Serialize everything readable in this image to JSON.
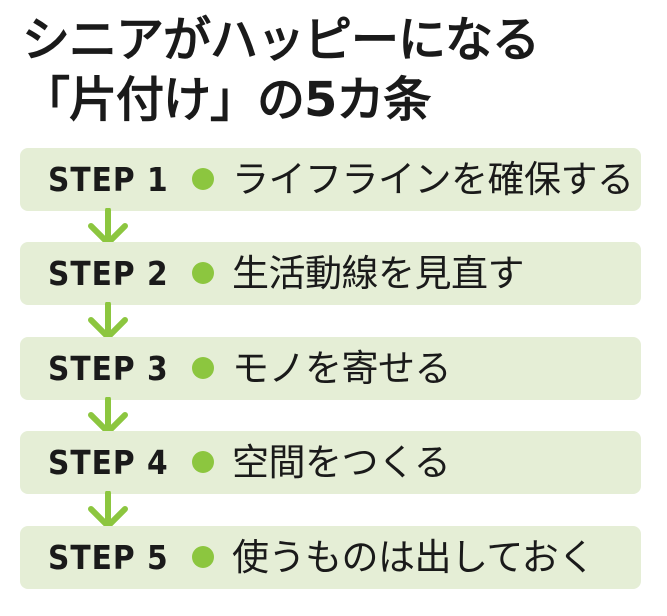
{
  "title": {
    "line1": "シニアがハッピーになる",
    "line2": "「片付け」の5カ条"
  },
  "colors": {
    "box_background": "#e5eed6",
    "accent_green": "#8cc63f",
    "text": "#1a1a1a"
  },
  "steps": [
    {
      "label": "STEP 1",
      "text": "ライフラインを確保する"
    },
    {
      "label": "STEP 2",
      "text": "生活動線を見直す"
    },
    {
      "label": "STEP 3",
      "text": "モノを寄せる"
    },
    {
      "label": "STEP 4",
      "text": "空間をつくる"
    },
    {
      "label": "STEP 5",
      "text": "使うものは出しておく"
    }
  ]
}
